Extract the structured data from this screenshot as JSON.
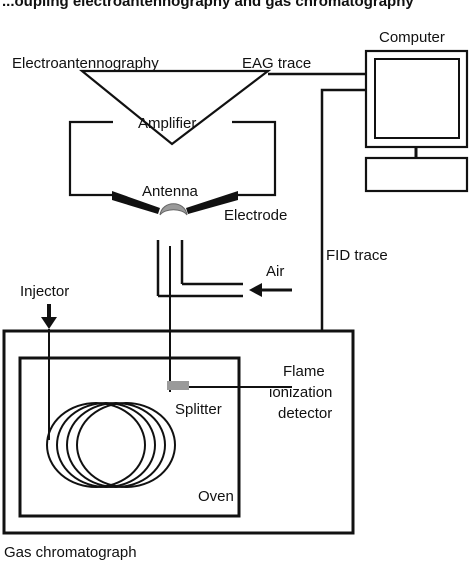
{
  "labels": {
    "top_caption_partial": "...oupling electroantennography and gas chromatography",
    "electroantennography": "Electroantennography",
    "eag_trace": "EAG trace",
    "computer": "Computer",
    "amplifier": "Amplifier",
    "antenna": "Antenna",
    "electrode": "Electrode",
    "air": "Air",
    "fid_trace": "FID trace",
    "injector": "Injector",
    "flame": "Flame",
    "ionization": "ionization",
    "detector": "detector",
    "splitter": "Splitter",
    "oven": "Oven",
    "gas_chromatograph": "Gas chromatograph"
  },
  "colors": {
    "line": "#111111",
    "antenna_fill": "#9a9a9a",
    "splitter_fill": "#9a9a9a",
    "background": "#ffffff"
  },
  "icons": {
    "computer": "desktop-computer-icon",
    "injector_arrow": "down-arrow-icon",
    "air_arrow": "left-arrow-icon"
  }
}
